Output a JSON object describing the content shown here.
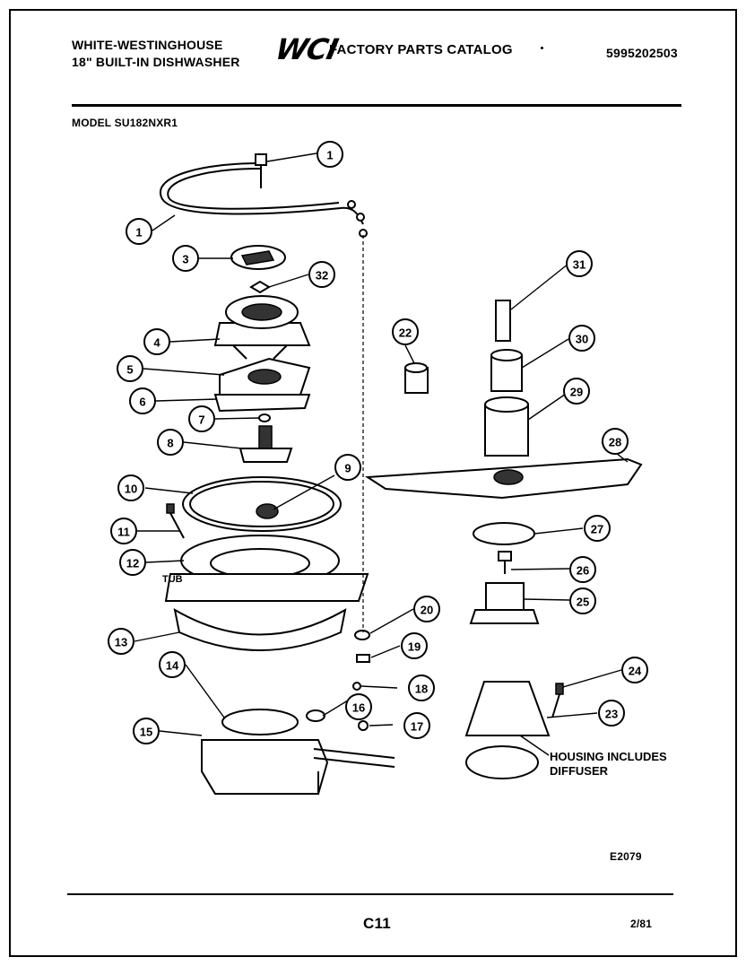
{
  "header": {
    "brand_line1": "WHITE-WESTINGHOUSE",
    "brand_line2": "18\" BUILT-IN DISHWASHER",
    "logo": "WCI",
    "catalog_title": "FACTORY PARTS CATALOG",
    "part_number": "5995202503"
  },
  "model": "MODEL SU182NXR1",
  "diagram": {
    "callouts": [
      "1",
      "1",
      "3",
      "32",
      "4",
      "5",
      "6",
      "7",
      "8",
      "10",
      "9",
      "11",
      "12",
      "13",
      "14",
      "15",
      "16",
      "17",
      "18",
      "19",
      "20",
      "22",
      "31",
      "30",
      "29",
      "28",
      "27",
      "26",
      "25",
      "24",
      "23"
    ],
    "tub_label": "TUB",
    "housing_note_line1": "HOUSING INCLUDES",
    "housing_note_line2": "DIFFUSER"
  },
  "footer": {
    "drawing_id": "E2079",
    "page_code": "C11",
    "date": "2/81"
  }
}
